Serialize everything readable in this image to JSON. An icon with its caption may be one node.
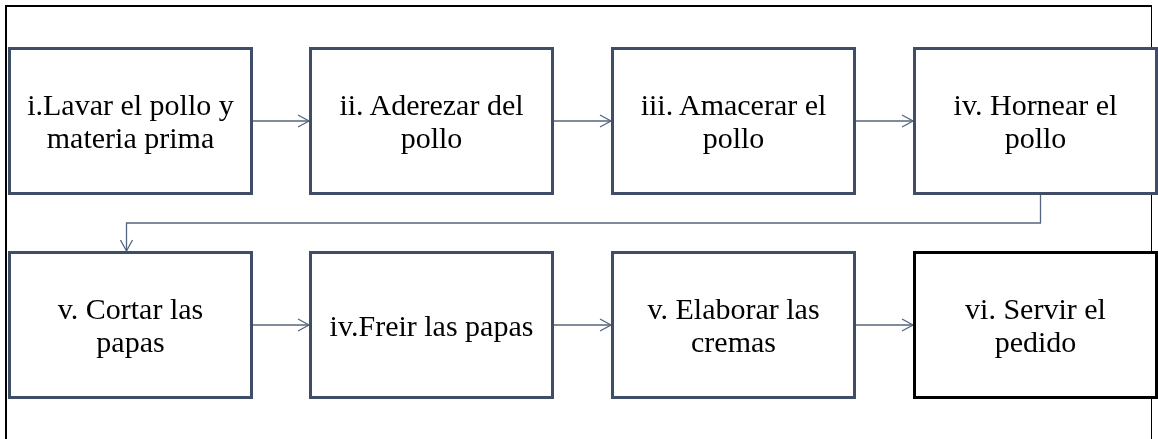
{
  "diagram": {
    "nodes": [
      {
        "text": [
          "i.Lavar el pollo y materia prima"
        ]
      },
      {
        "text": [
          "ii. Aderezar del pollo"
        ]
      },
      {
        "text": [
          "iii. Amacerar el pollo"
        ]
      },
      {
        "text": [
          "iv. Hornear el pollo"
        ]
      },
      {
        "text": [
          "v. Cortar las papas"
        ]
      },
      {
        "text": [
          "iv.Freir las papas"
        ]
      },
      {
        "text": [
          "v. Elaborar las cremas"
        ]
      },
      {
        "text": [
          "vi. Servir el pedido"
        ]
      }
    ],
    "edges": [
      {
        "from": 0,
        "to": 1,
        "arrow": "to"
      },
      {
        "from": 1,
        "to": 2,
        "arrow": "to"
      },
      {
        "from": 2,
        "to": 3,
        "arrow": "to"
      },
      {
        "from": 3,
        "to": 4,
        "arrow": "to"
      },
      {
        "from": 4,
        "to": 5,
        "arrow": "to"
      },
      {
        "from": 5,
        "to": 6,
        "arrow": "to"
      },
      {
        "from": 6,
        "to": 7,
        "arrow": "to"
      }
    ]
  }
}
